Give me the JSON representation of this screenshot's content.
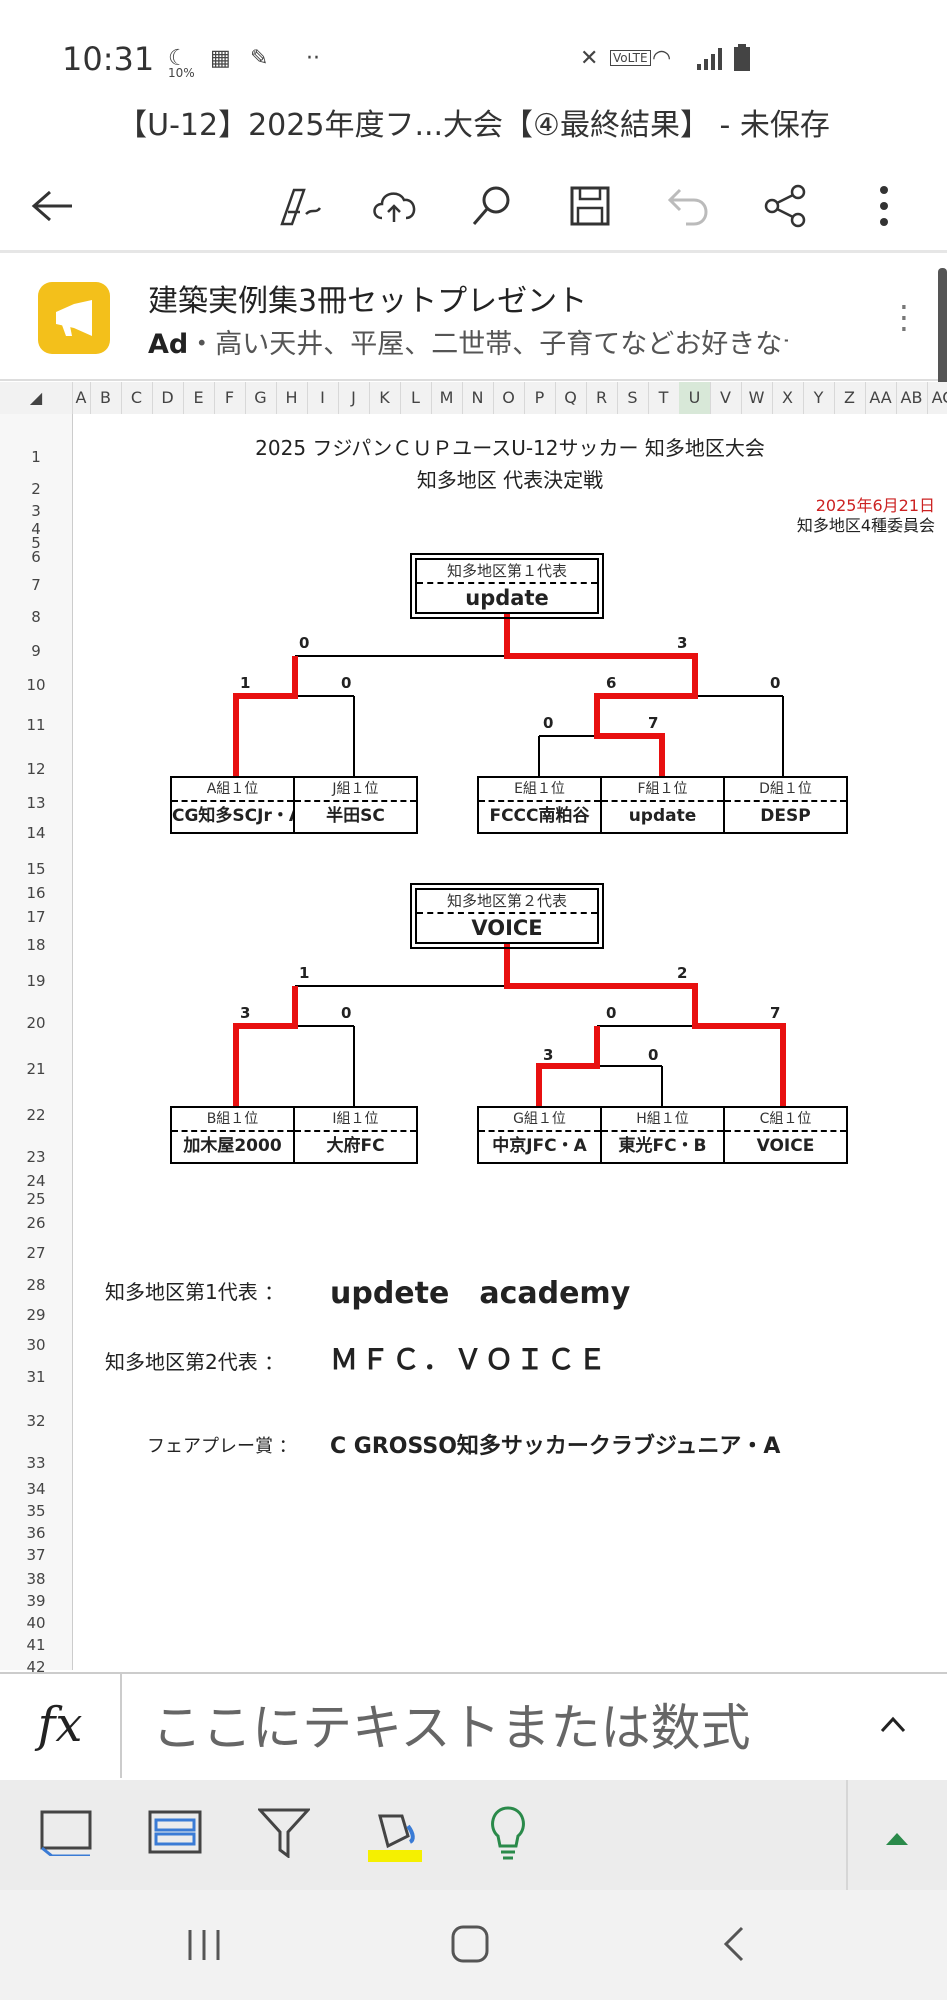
{
  "status": {
    "time": "10:31",
    "battery_pct": "10%"
  },
  "doc_title": "【U-12】2025年度フ...大会【④最終結果】 - 未保存",
  "toolbar": {
    "icons": [
      "back-arrow-icon",
      "draw-icon",
      "cloud-upload-icon",
      "search-icon",
      "save-icon",
      "undo-icon",
      "share-icon",
      "more-vert-icon"
    ]
  },
  "ad": {
    "title": "建築実例集3冊セットプレゼント",
    "badge": "Ad",
    "desc": "・高い天井、平屋、二世帯、子育てなどお好きなテ..."
  },
  "columns": [
    "A",
    "B",
    "C",
    "D",
    "E",
    "F",
    "G",
    "H",
    "I",
    "J",
    "K",
    "L",
    "M",
    "N",
    "O",
    "P",
    "Q",
    "R",
    "S",
    "T",
    "U",
    "V",
    "W",
    "X",
    "Y",
    "Z",
    "AA",
    "AB",
    "AC",
    "A"
  ],
  "rows": [
    "1",
    "2",
    "3",
    "4",
    "5",
    "6",
    "7",
    "8",
    "9",
    "10",
    "11",
    "12",
    "13",
    "14",
    "15",
    "16",
    "17",
    "18",
    "19",
    "20",
    "21",
    "22",
    "23",
    "24",
    "25",
    "26",
    "27",
    "28",
    "29",
    "30",
    "31",
    "32",
    "33",
    "34",
    "35",
    "36",
    "37",
    "38",
    "39",
    "40",
    "41",
    "42"
  ],
  "sheet": {
    "title1": "2025 フジパンＣＵＰユースU-12サッカー 知多地区大会",
    "title2": "知多地区 代表決定戦",
    "date": "2025年6月21日",
    "committee": "知多地区4種委員会",
    "bracket1": {
      "rep_label": "知多地区第１代表",
      "rep_value": "update",
      "teams": [
        {
          "group": "A組１位",
          "name": "CG知多SCJr・A"
        },
        {
          "group": "J組１位",
          "name": "半田SC"
        },
        {
          "group": "E組１位",
          "name": "FCCC南粕谷"
        },
        {
          "group": "F組１位",
          "name": "update"
        },
        {
          "group": "D組１位",
          "name": "DESP"
        }
      ],
      "scores": {
        "top_left": "0",
        "top_right": "3",
        "l_a": "1",
        "l_j": "0",
        "r_ef": "6",
        "r_d": "0",
        "e": "0",
        "f": "7"
      }
    },
    "bracket2": {
      "rep_label": "知多地区第２代表",
      "rep_value": "VOICE",
      "teams": [
        {
          "group": "B組１位",
          "name": "加木屋2000"
        },
        {
          "group": "I組１位",
          "name": "大府FC"
        },
        {
          "group": "G組１位",
          "name": "中京JFC・A"
        },
        {
          "group": "H組１位",
          "name": "東光FC・B"
        },
        {
          "group": "C組１位",
          "name": "VOICE"
        }
      ],
      "scores": {
        "top_left": "1",
        "top_right": "2",
        "l_b": "3",
        "l_i": "0",
        "r_gh": "0",
        "r_c": "7",
        "g": "3",
        "h": "0"
      }
    },
    "results": [
      {
        "label": "知多地区第1代表 ：",
        "value": "updete　academy"
      },
      {
        "label": "知多地区第2代表 ：",
        "value": "ＭＦＣ．ＶＯＩＣＥ"
      },
      {
        "label": "フェアプレー賞 ：",
        "value": "C GROSSO知多サッカークラブジュニア・A"
      }
    ]
  },
  "formula_bar": {
    "fx": "fx",
    "placeholder": "ここにテキストまたは数式"
  },
  "bottom_tools": [
    "sheet-view-icon",
    "table-icon",
    "filter-icon",
    "fill-color-icon",
    "idea-bulb-icon",
    "expand-up-icon"
  ],
  "nav": [
    "recent-apps-icon",
    "home-icon",
    "back-icon"
  ],
  "colors": {
    "win": "#e81010",
    "ad_yellow": "#f3c01b",
    "accent_green": "#2a8a4a",
    "date_red": "#cc2222"
  }
}
